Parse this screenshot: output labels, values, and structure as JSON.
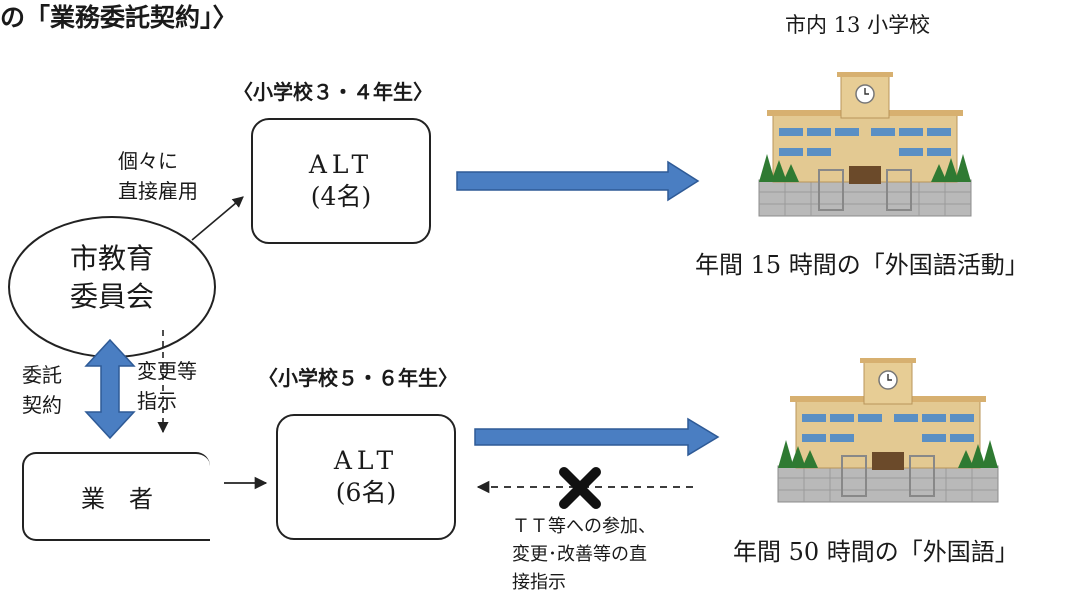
{
  "heading": "の「業務委託契約」〉",
  "groups": {
    "grade34": "〈小学校３・４年生〉",
    "grade56": "〈小学校５・６年生〉"
  },
  "schools_label": "市内 13 小学校",
  "board": {
    "line1": "市教育",
    "line2": "委員会"
  },
  "direct_hire": {
    "line1": "個々に",
    "line2": "直接雇用"
  },
  "contract": {
    "line1": "委託",
    "line2": "契約"
  },
  "change_instruction": {
    "line1": "変更等",
    "line2": "指示"
  },
  "vendor": "業　者",
  "alt_top": {
    "line1": "ALT",
    "line2": "(4名)"
  },
  "alt_bottom": {
    "line1": "ALT",
    "line2": "(6名)"
  },
  "activity_top": "年間 15 時間の「外国語活動」",
  "activity_bottom": "年間 50 時間の「外国語」",
  "prohibited_note": {
    "line1": "ＴＴ等への参加、",
    "line2": "変更･改善等の直",
    "line3": "接指示"
  },
  "colors": {
    "arrow_fill": "#4a7ec2",
    "arrow_stroke": "#2e5a96",
    "line": "#222222"
  },
  "icons": {
    "school": "school-building-icon",
    "prohibited": "cross-x-icon"
  }
}
